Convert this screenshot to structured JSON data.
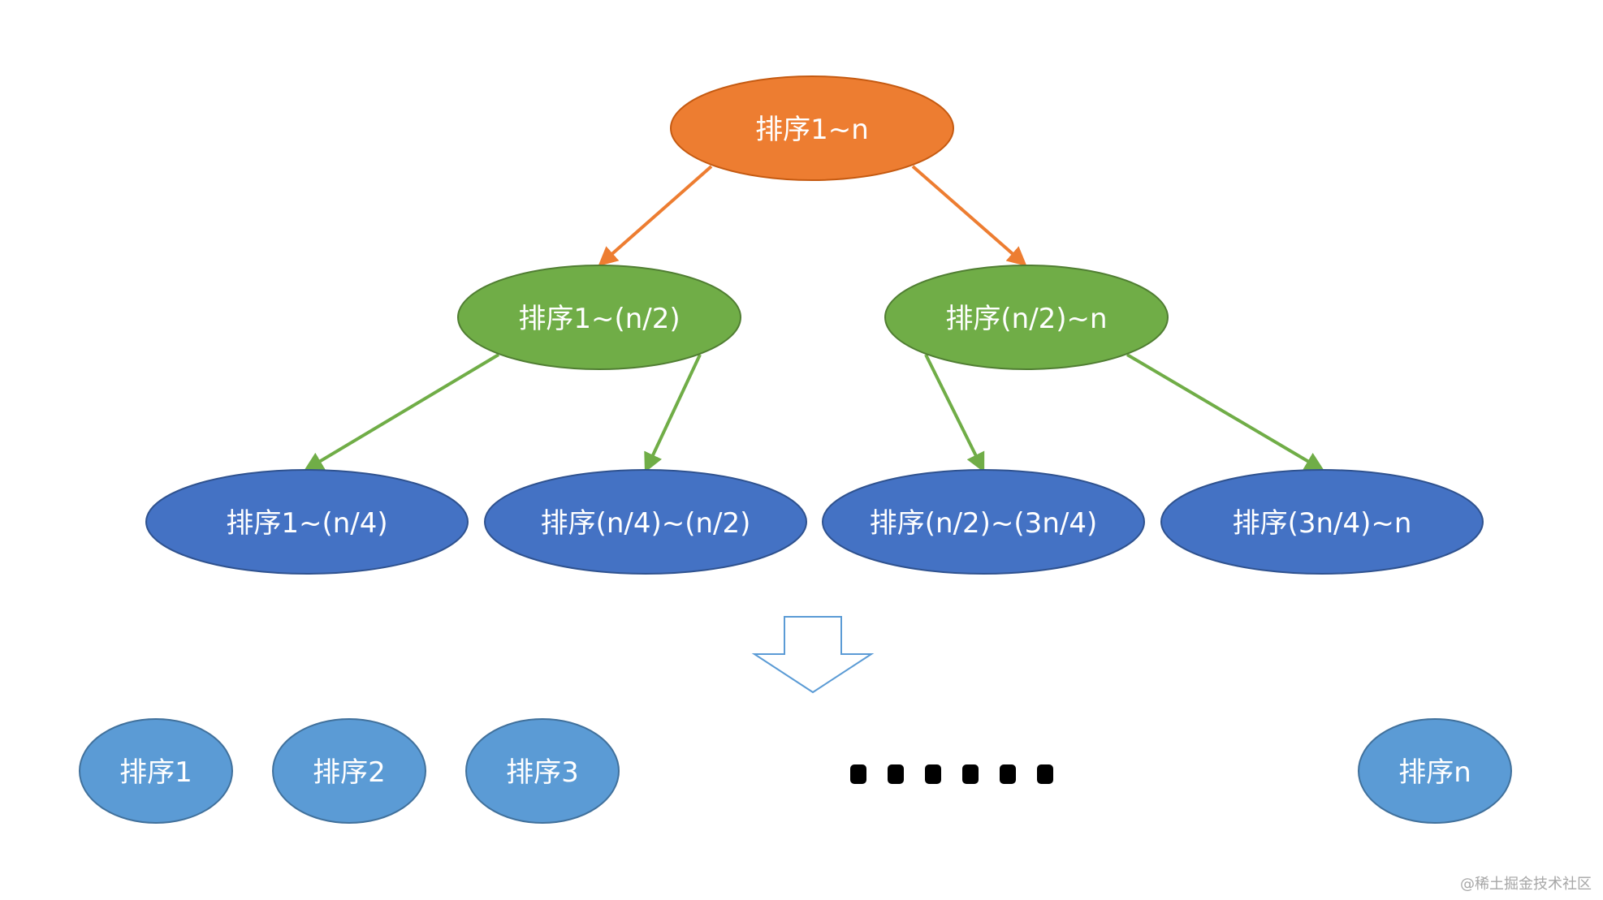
{
  "colors": {
    "root": "#ED7D31",
    "level1": "#70AD47",
    "level2": "#4472C4",
    "leaf": "#5B9BD5",
    "arrow_root": "#ED7D31",
    "arrow_level1": "#70AD47",
    "down_arrow_stroke": "#5B9BD5",
    "dots": "#000000"
  },
  "tree": {
    "root": {
      "label": "排序1~n"
    },
    "level1": [
      {
        "label": "排序1~(n/2)"
      },
      {
        "label": "排序(n/2)~n"
      }
    ],
    "level2": [
      {
        "label": "排序1~(n/4)"
      },
      {
        "label": "排序(n/4)~(n/2)"
      },
      {
        "label": "排序(n/2)~(3n/4)"
      },
      {
        "label": "排序(3n/4)~n"
      }
    ]
  },
  "result": {
    "leaves": [
      {
        "label": "排序1"
      },
      {
        "label": "排序2"
      },
      {
        "label": "排序3"
      },
      {
        "label": "排序n"
      }
    ],
    "ellipsis_dot_count": 6
  },
  "watermark": "@稀土掘金技术社区"
}
